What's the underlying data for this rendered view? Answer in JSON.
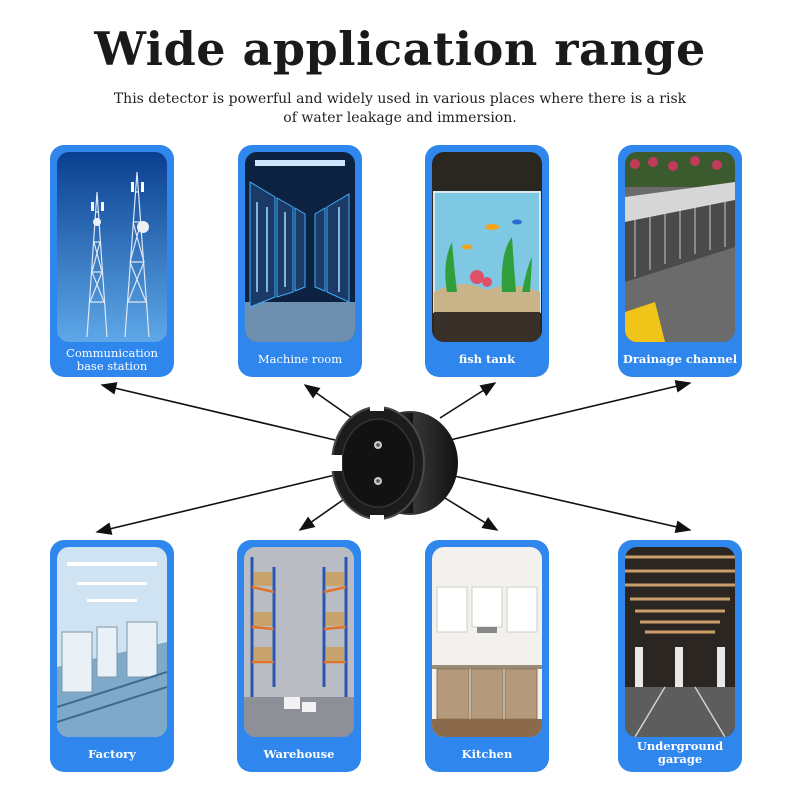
{
  "title": "Wide application range",
  "subtitle_line1": "This detector is powerful and widely used in various places where there is a risk",
  "subtitle_line2": "of water leakage and immersion.",
  "cards": [
    {
      "label": "Communication base station"
    },
    {
      "label": "Machine room"
    },
    {
      "label": "fish tank"
    },
    {
      "label": "Drainage channel"
    },
    {
      "label": "Factory"
    },
    {
      "label": "Warehouse"
    },
    {
      "label": "Kitchen"
    },
    {
      "label": "Underground garage"
    }
  ],
  "colors": {
    "card": "#2f86ec",
    "arrow": "#111111"
  }
}
